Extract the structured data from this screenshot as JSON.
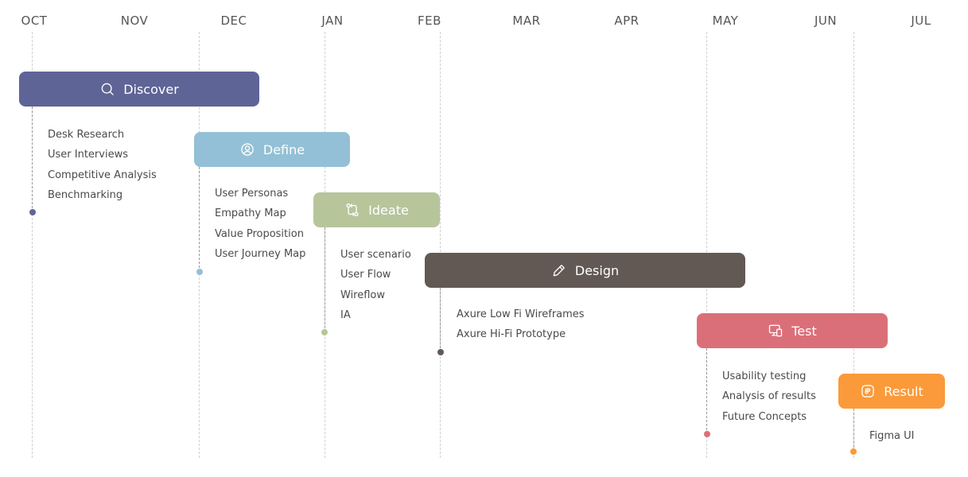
{
  "months": [
    "OCT",
    "NOV",
    "DEC",
    "JAN",
    "FEB",
    "MAR",
    "APR",
    "MAY",
    "JUN",
    "JUL"
  ],
  "phases": [
    {
      "name": "Discover",
      "icon": "search-icon",
      "color": "#5f6496",
      "items": [
        "Desk Research",
        "User Interviews",
        "Competitive Analysis",
        "Benchmarking"
      ]
    },
    {
      "name": "Define",
      "icon": "user-circle-icon",
      "color": "#93c0d6",
      "items": [
        "User Personas",
        "Empathy Map",
        "Value Proposition",
        "User Journey Map"
      ]
    },
    {
      "name": "Ideate",
      "icon": "git-compare-icon",
      "color": "#b7c59b",
      "items": [
        "User scenario",
        "User Flow",
        "Wireflow",
        "IA"
      ]
    },
    {
      "name": "Design",
      "icon": "pen-icon",
      "color": "#635954",
      "items": [
        "Axure Low Fi Wireframes",
        "Axure Hi-Fi Prototype"
      ]
    },
    {
      "name": "Test",
      "icon": "devices-icon",
      "color": "#db6f79",
      "items": [
        "Usability testing",
        "Analysis of results",
        "Future Concepts"
      ]
    },
    {
      "name": "Result",
      "icon": "figma-icon",
      "color": "#fb9a3a",
      "items": [
        "Figma UI"
      ]
    }
  ]
}
